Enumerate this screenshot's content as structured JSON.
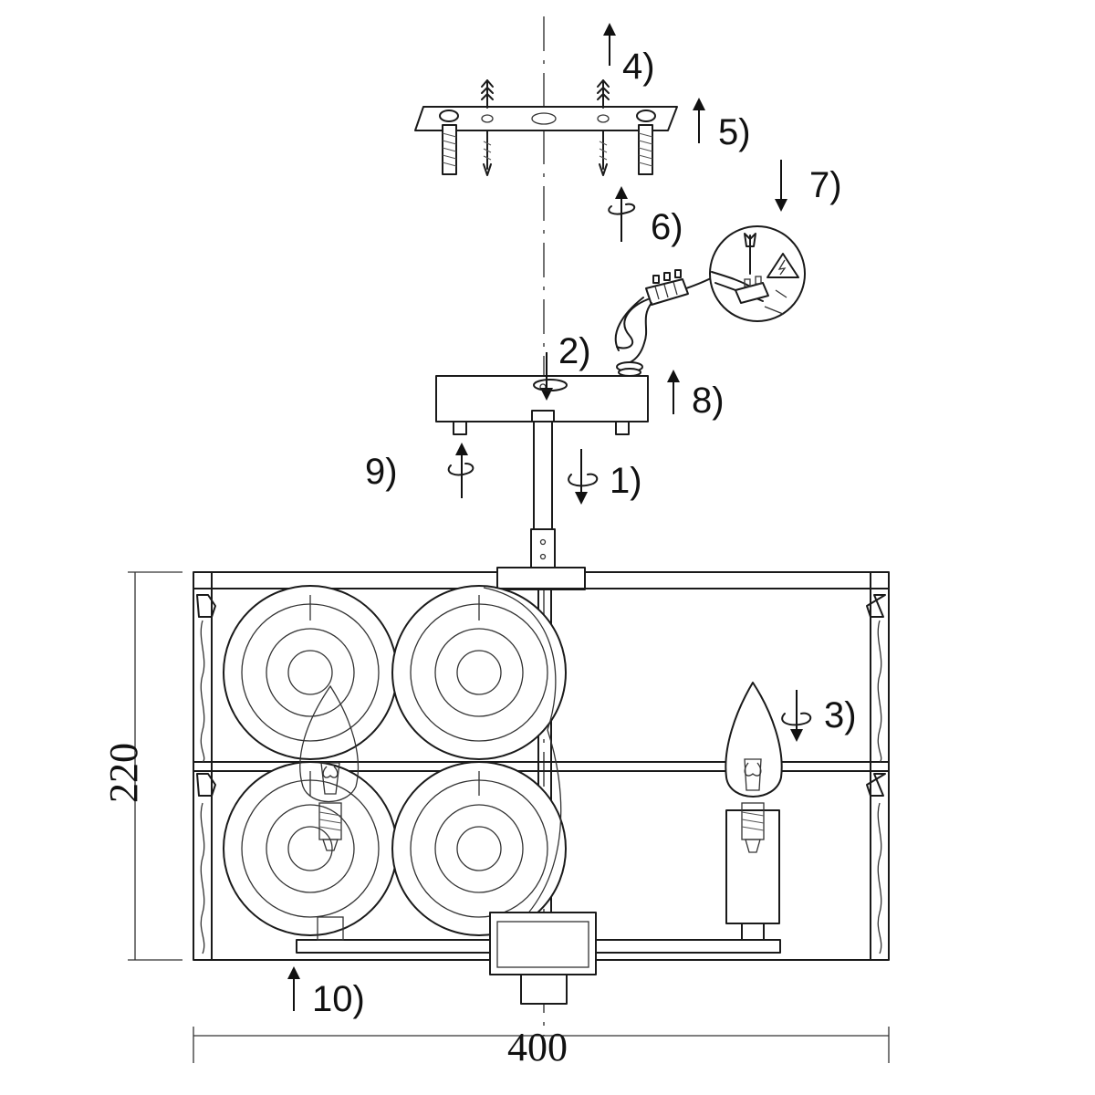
{
  "dimensions": {
    "height": "220",
    "width": "400"
  },
  "steps": [
    {
      "id": "step-1",
      "label": "1)",
      "direction": "down",
      "rotation": true
    },
    {
      "id": "step-2",
      "label": "2)",
      "direction": "down",
      "rotation": true
    },
    {
      "id": "step-3",
      "label": "3)",
      "direction": "down",
      "rotation": true
    },
    {
      "id": "step-4",
      "label": "4)",
      "direction": "up",
      "rotation": false
    },
    {
      "id": "step-5",
      "label": "5)",
      "direction": "up",
      "rotation": false
    },
    {
      "id": "step-6",
      "label": "6)",
      "direction": "up",
      "rotation": true
    },
    {
      "id": "step-7",
      "label": "7)",
      "direction": "down",
      "rotation": false
    },
    {
      "id": "step-8",
      "label": "8)",
      "direction": "up",
      "rotation": false
    },
    {
      "id": "step-9",
      "label": "9)",
      "direction": "up",
      "rotation": true
    },
    {
      "id": "step-10",
      "label": "10)",
      "direction": "up",
      "rotation": false
    }
  ],
  "warning_icon": "high-voltage-warning-icon"
}
